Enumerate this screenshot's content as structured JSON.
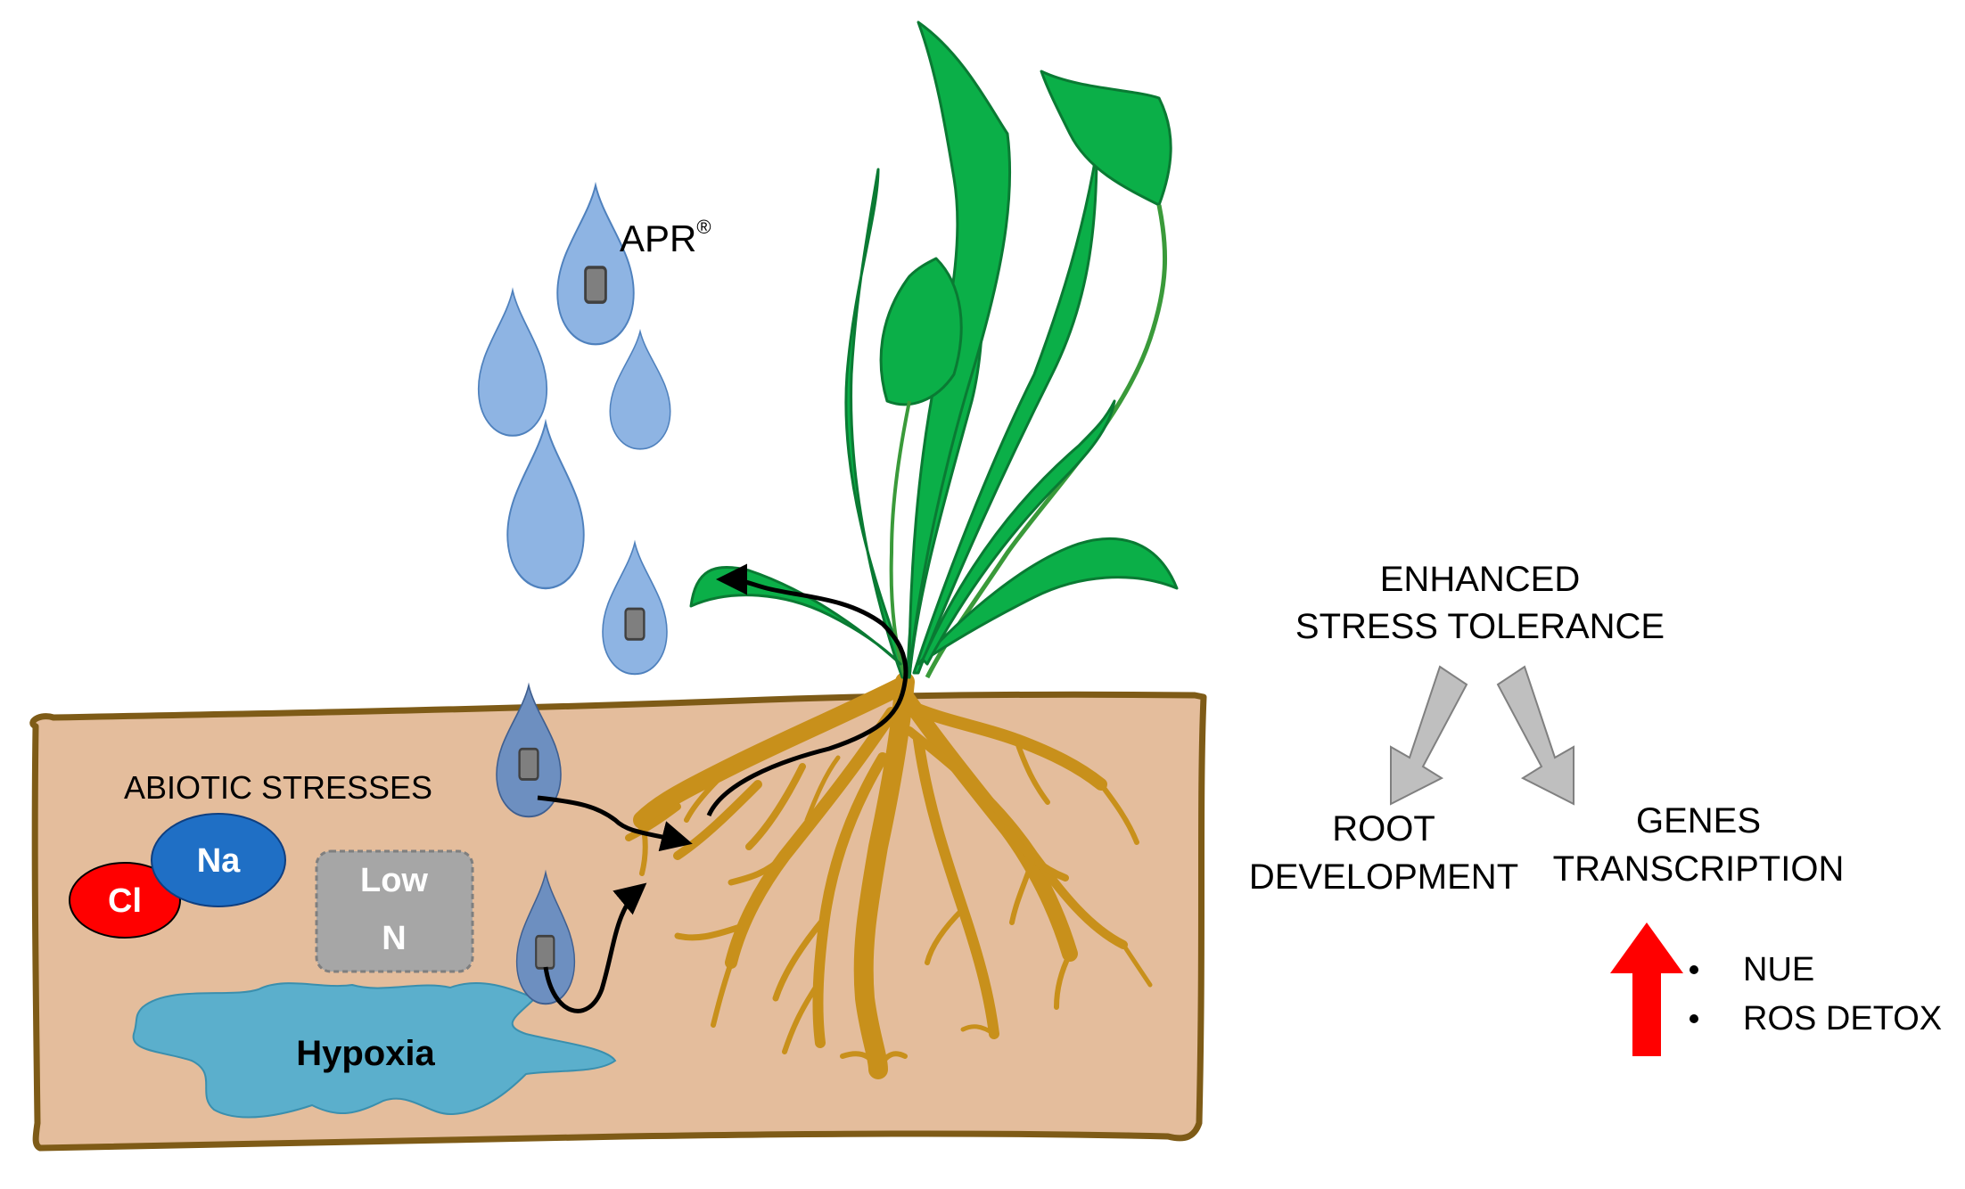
{
  "product": {
    "label": "APR",
    "mark": "®"
  },
  "soil": {
    "stresses_title": "ABIOTIC STRESSES",
    "chloride": "Cl",
    "sodium": "Na",
    "low_n": [
      "Low",
      "N"
    ],
    "hypoxia": "Hypoxia"
  },
  "effects": {
    "title_line1": "ENHANCED",
    "title_line2": "STRESS TOLERANCE",
    "left_line1": "ROOT",
    "left_line2": "DEVELOPMENT",
    "right_line1": "GENES",
    "right_line2": "TRANSCRIPTION",
    "bullets": [
      "NUE",
      "ROS DETOX"
    ]
  },
  "colors": {
    "soil_fill": "#E4BD9C",
    "soil_border": "#7E5B17",
    "droplet_fill": "#8EB4E3",
    "droplet_stroke": "#4F81BD",
    "leaf": "#0BAF48",
    "root": "#C8901B",
    "hypoxia_fill": "#5BAFCC",
    "na_fill": "#1F6FC5",
    "cl_fill": "#FF0000",
    "lown_fill": "#A6A6A6",
    "up_arrow": "#FF0000",
    "grey_arrow": "#BFBFBF"
  }
}
